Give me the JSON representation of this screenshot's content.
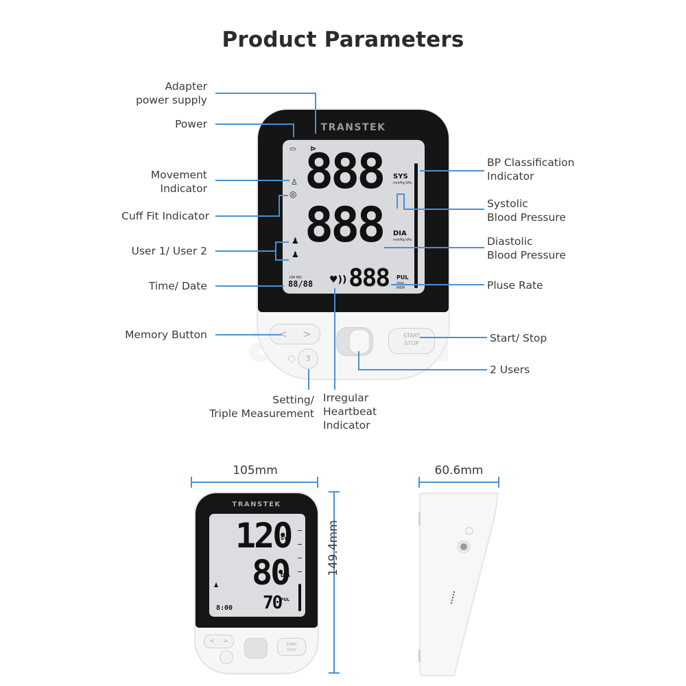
{
  "title": "Product Parameters",
  "device": {
    "brand": "TRANSTEK",
    "lcd": {
      "sys_digits": "888",
      "dia_digits": "888",
      "pul_digits": "888",
      "sys_label": "SYS",
      "sys_units": "mmHg kPa",
      "dia_label": "DIA",
      "dia_units": "mmHg kPa",
      "pul_label": "PUL",
      "pul_units": "/min",
      "mem_label": "MEM",
      "date_time": "88/88",
      "date_labels": "DM  MD"
    },
    "buttons": {
      "prev": "<",
      "next": ">",
      "start_stop_line1": "START",
      "start_stop_line2": "STOP",
      "triple": "3"
    }
  },
  "callouts_left": [
    {
      "id": "adapter",
      "label_line1": "Adapter",
      "label_line2": "power supply"
    },
    {
      "id": "power",
      "label_line1": "Power"
    },
    {
      "id": "movement",
      "label_line1": "Movement",
      "label_line2": "Indicator"
    },
    {
      "id": "cuff",
      "label_line1": "Cuff Fit Indicator"
    },
    {
      "id": "user",
      "label_line1": "User 1/ User 2"
    },
    {
      "id": "time",
      "label_line1": "Time/ Date"
    },
    {
      "id": "memory",
      "label_line1": "Memory Button"
    }
  ],
  "callouts_right": [
    {
      "id": "bp_class",
      "label_line1": "BP Classification",
      "label_line2": "Indicator"
    },
    {
      "id": "systolic",
      "label_line1": "Systolic",
      "label_line2": "Blood Pressure"
    },
    {
      "id": "diastolic",
      "label_line1": "Diastolic",
      "label_line2": "Blood Pressure"
    },
    {
      "id": "pulse",
      "label_line1": "Pluse Rate"
    },
    {
      "id": "start_stop",
      "label_line1": "Start/ Stop"
    },
    {
      "id": "users",
      "label_line1": "2 Users"
    }
  ],
  "callouts_bottom": [
    {
      "id": "setting",
      "label_line1": "Setting/",
      "label_line2": "Triple Measurement"
    },
    {
      "id": "irregular",
      "label_line1": "Irregular",
      "label_line2": "Heartbeat",
      "label_line3": "Indicator"
    }
  ],
  "dimensions": {
    "width": "105mm",
    "height": "149.4mm",
    "depth": "60.6mm"
  },
  "front_display": {
    "sys": "120",
    "dia": "80",
    "pul": "70",
    "time": "8:00",
    "sys_label": "SYS",
    "dia_label": "DIA",
    "pul_label": "PUL"
  },
  "colors": {
    "callout_line": "#4a8fd6",
    "bezel": "#151515",
    "lcd": "#d8dadd"
  }
}
